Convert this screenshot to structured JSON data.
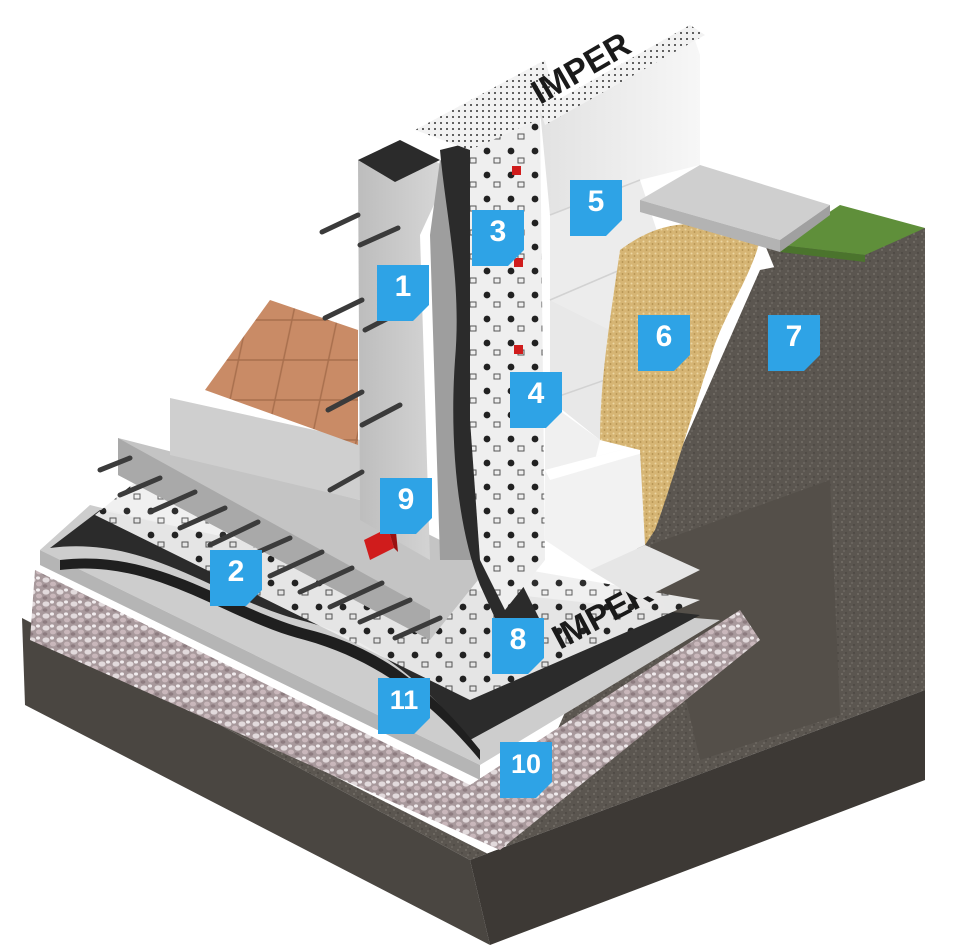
{
  "brand": {
    "membrane_text": "IMPER"
  },
  "callouts": [
    {
      "id": "1",
      "label": "1"
    },
    {
      "id": "2",
      "label": "2"
    },
    {
      "id": "3",
      "label": "3"
    },
    {
      "id": "4",
      "label": "4"
    },
    {
      "id": "5",
      "label": "5"
    },
    {
      "id": "6",
      "label": "6"
    },
    {
      "id": "7",
      "label": "7"
    },
    {
      "id": "8",
      "label": "8"
    },
    {
      "id": "9",
      "label": "9"
    },
    {
      "id": "10",
      "label": "10"
    },
    {
      "id": "11",
      "label": "11"
    }
  ],
  "colors": {
    "callout": "#2ea3e6",
    "concrete": "#c9c9c9",
    "tiles": "#c98b66",
    "membrane": "#eeeeee",
    "bitumen": "#2b2b2b",
    "insulation": "#f0f0f0",
    "gravel_fill": "#d8b978",
    "soil": "#5b5650",
    "grass": "#5f8f3a",
    "pebbles": "#b8a9ad"
  }
}
